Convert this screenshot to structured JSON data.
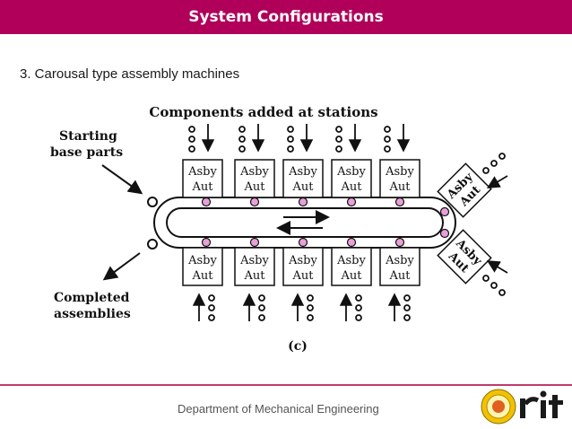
{
  "header": {
    "title": "System Configurations",
    "bar_color": "#b0005a"
  },
  "slide": {
    "subtitle": "3. Carousal type assembly machines"
  },
  "diagram": {
    "top_label": "Components added at stations",
    "left_top_label_line1": "Starting",
    "left_top_label_line2": "base parts",
    "left_bottom_label_line1": "Completed",
    "left_bottom_label_line2": "assemblies",
    "station_line1": "Asby",
    "station_line2": "Aut",
    "caption": "(c)"
  },
  "footer": {
    "department": "Department of Mechanical Engineering",
    "logo": "rit-logo"
  }
}
